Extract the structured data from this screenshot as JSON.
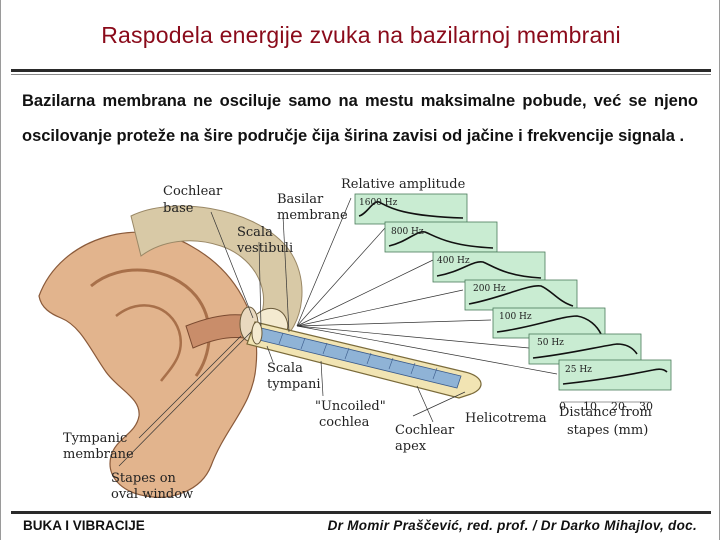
{
  "slide": {
    "title": "Raspodela energije zvuka na bazilarnoj membrani",
    "body": "Bazilarna membrana ne osciluje samo na mestu maksimalne pobude, već se njeno oscilovanje proteže na šire područje čija širina zavisi od jačine i frekvencije signala .",
    "footer_left": "BUKA I VIBRACIJE",
    "footer_right": "Dr Momir Praščević, red. prof. / Dr Darko Mihajlov, doc."
  },
  "figure": {
    "labels": {
      "cochlear_base": [
        "Cochlear",
        "base"
      ],
      "basilar_membrane": [
        "Basilar",
        "membrane"
      ],
      "relative_amplitude": "Relative amplitude",
      "scala_vestibuli": [
        "Scala",
        "vestibuli"
      ],
      "scala_tympani": [
        "Scala",
        "tympani"
      ],
      "uncoiled_cochlea": [
        "\"Uncoiled\"",
        "cochlea"
      ],
      "helicotrema": "Helicotrema",
      "cochlear_apex": [
        "Cochlear",
        "apex"
      ],
      "distance_from_stapes": [
        "Distance from",
        "stapes (mm)"
      ],
      "tympanic_membrane": [
        "Tympanic",
        "membrane"
      ],
      "stapes_oval_window": [
        "Stapes on",
        "oval window"
      ]
    },
    "freq_panels": [
      "1600 Hz",
      "800 Hz",
      "400 Hz",
      "200 Hz",
      "100 Hz",
      "50 Hz",
      "25 Hz"
    ],
    "distance_ticks": [
      "0",
      "10",
      "20",
      "30"
    ],
    "colors": {
      "title": "#8a0a1a",
      "panel_fill": "#c9ecd2",
      "cochlea_fill": "#f1e4b3",
      "membrane_blue": "#8fb3d6",
      "ear_skin": "#e2b48d"
    }
  }
}
